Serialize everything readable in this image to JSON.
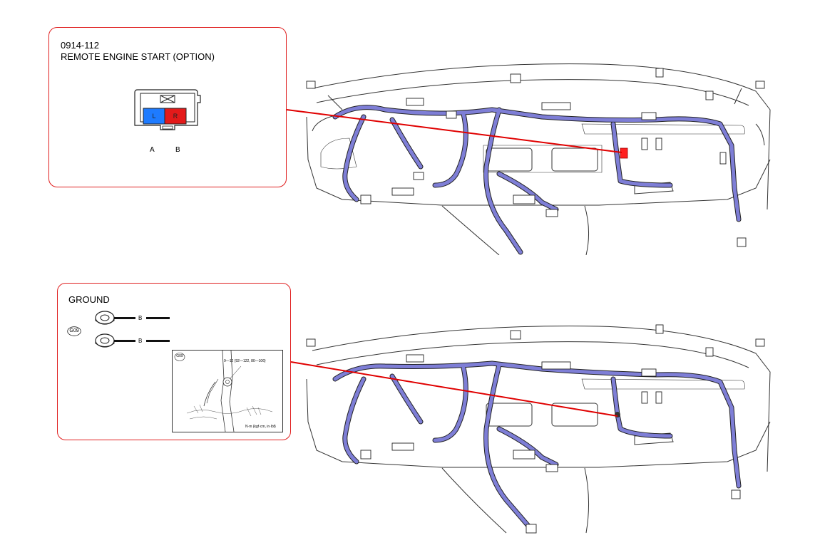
{
  "connector_panel": {
    "code": "0914-112",
    "name": "REMOTE ENGINE START (OPTION)",
    "pins": {
      "left": "L",
      "right": "R"
    },
    "terminals": {
      "a": "A",
      "b": "B"
    },
    "colors": {
      "pin_left": "#1e7bff",
      "pin_right": "#e41a1a",
      "border": "#e02020"
    }
  },
  "ground_panel": {
    "title": "GROUND",
    "ground_id": "G09",
    "wires": [
      "B",
      "B"
    ],
    "inset": {
      "ground_id": "G09",
      "torque": "9—12 {92—122, 80—106}",
      "unit": "N·m {kgf·cm, in·lbf}"
    }
  },
  "diagram": {
    "harness_color": "#7e7ed6",
    "leader_color": "#e00000"
  }
}
